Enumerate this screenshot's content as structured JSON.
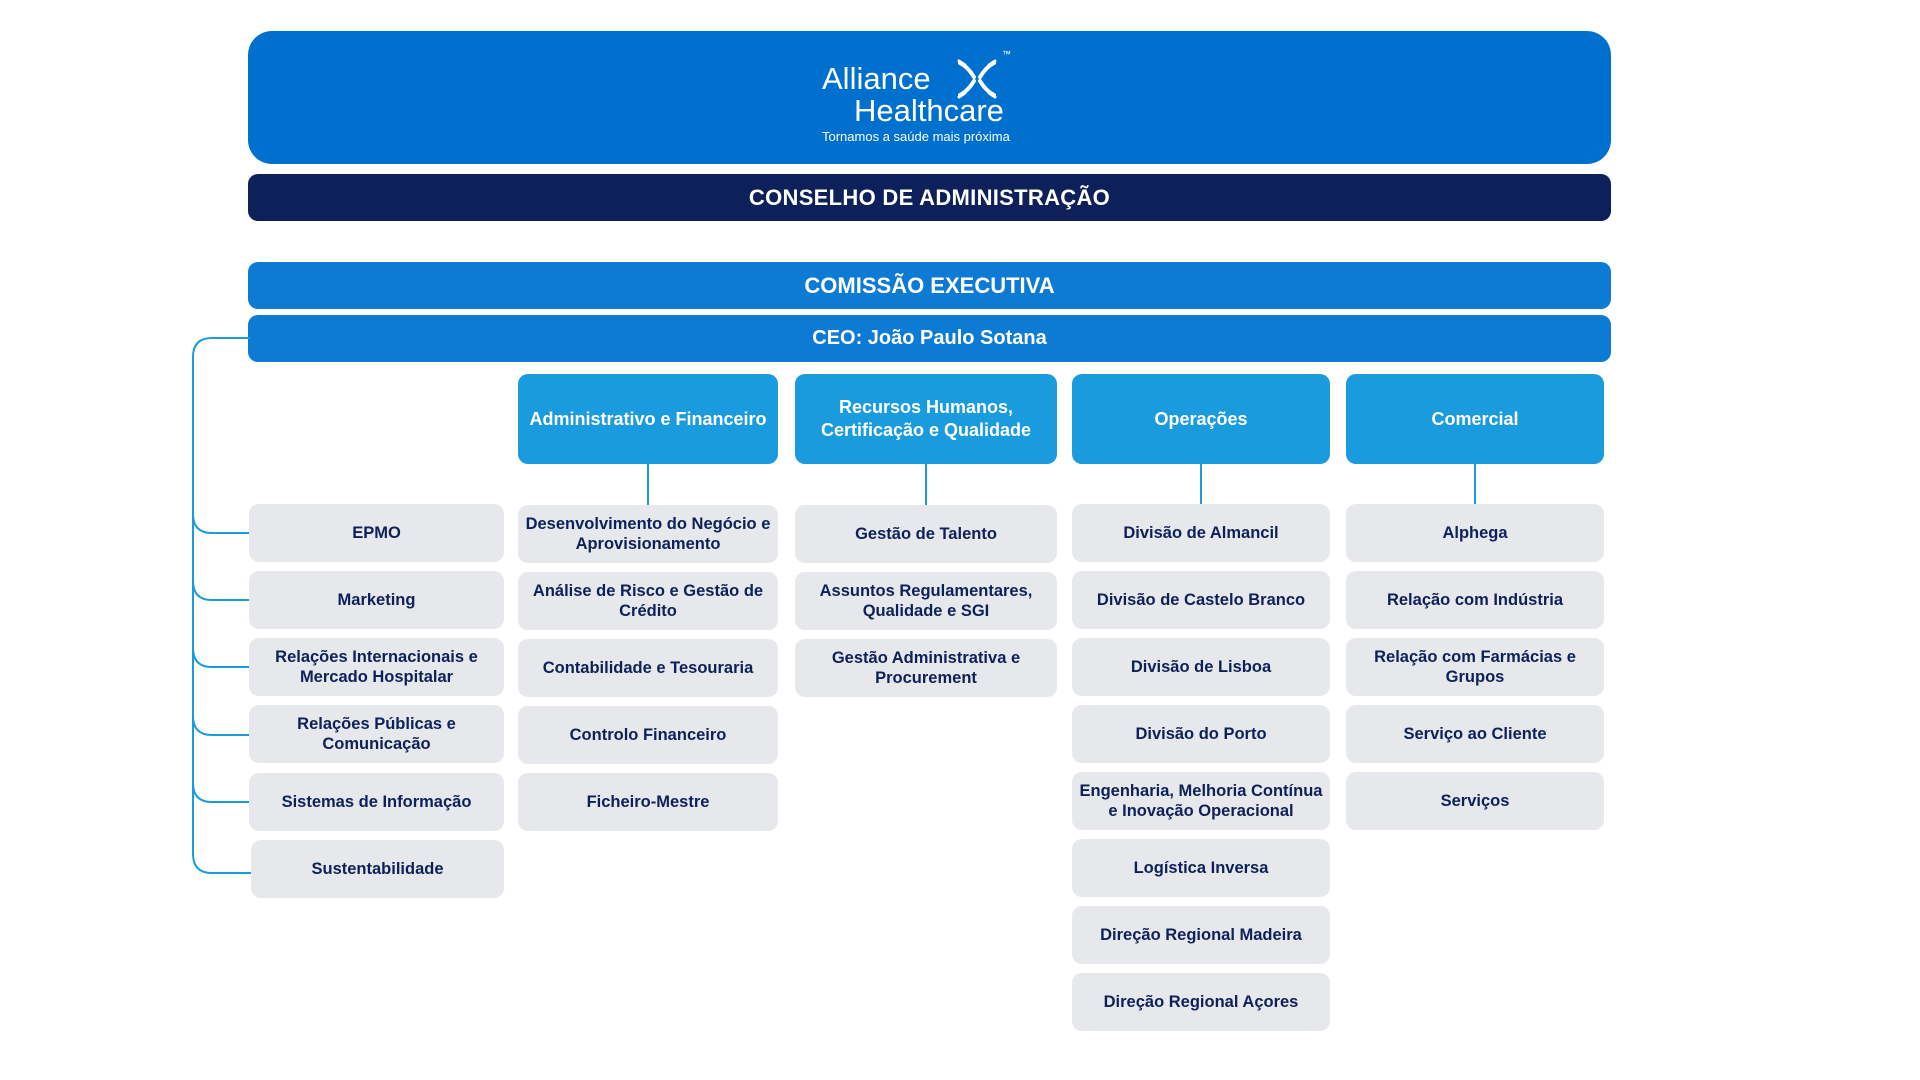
{
  "logo": {
    "brand_line1": "Alliance",
    "brand_line2": "Healthcare",
    "trademark": "™",
    "tagline": "Tornamos a saúde mais próxima"
  },
  "board": {
    "label": "CONSELHO DE ADMINISTRAÇÃO"
  },
  "executive": {
    "label": "COMISSÃO EXECUTIVA"
  },
  "ceo": {
    "label": "CEO: João Paulo Sotana"
  },
  "colors": {
    "header_blue": "#0070cf",
    "board_navy": "#0d2059",
    "executive_blue": "#0d7ad3",
    "department_blue": "#199bde",
    "unit_gray": "#e6e8ec",
    "unit_text": "#0d2059",
    "connector": "#199bde"
  },
  "ceo_direct_units": [
    "EPMO",
    "Marketing",
    "Relações Internacionais e Mercado Hospitalar",
    "Relações Públicas e Comunicação",
    "Sistemas de Informação",
    "Sustentabilidade"
  ],
  "departments": [
    {
      "name": "Administrativo e Financeiro",
      "units": [
        "Desenvolvimento do Negócio e Aprovisionamento",
        "Análise de Risco e Gestão de Crédito",
        "Contabilidade e Tesouraria",
        "Controlo Financeiro",
        "Ficheiro-Mestre"
      ]
    },
    {
      "name": "Recursos Humanos, Certificação e Qualidade",
      "units": [
        "Gestão de Talento",
        "Assuntos Regulamentares, Qualidade e SGI",
        "Gestão Administrativa e Procurement"
      ]
    },
    {
      "name": "Operações",
      "units": [
        "Divisão de Almancil",
        "Divisão de Castelo Branco",
        "Divisão de Lisboa",
        "Divisão do Porto",
        "Engenharia, Melhoria Contínua e Inovação Operacional",
        "Logística Inversa",
        "Direção Regional Madeira",
        "Direção Regional Açores"
      ]
    },
    {
      "name": "Comercial",
      "units": [
        "Alphega",
        "Relação com Indústria",
        "Relação com Farmácias e Grupos",
        "Serviço ao Cliente",
        "Serviços"
      ]
    }
  ]
}
